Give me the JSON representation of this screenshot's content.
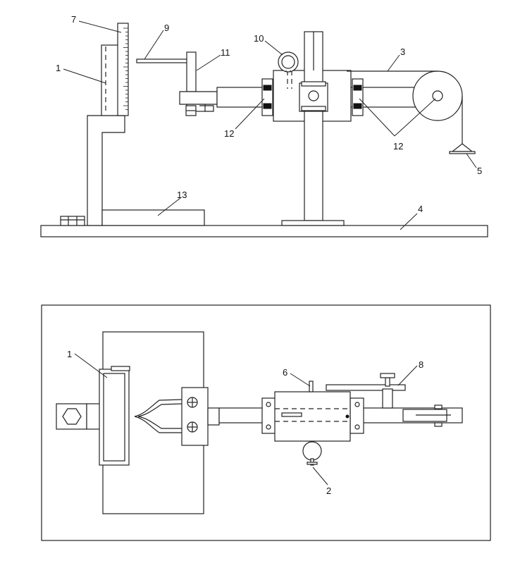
{
  "side_view": {
    "callouts": {
      "c1": "1",
      "c3": "3",
      "c4": "4",
      "c5": "5",
      "c7": "7",
      "c9": "9",
      "c10": "10",
      "c11": "11",
      "c12a": "12",
      "c12b": "12",
      "c13": "13"
    }
  },
  "top_view": {
    "callouts": {
      "c1": "1",
      "c2": "2",
      "c6": "6",
      "c8": "8"
    }
  }
}
